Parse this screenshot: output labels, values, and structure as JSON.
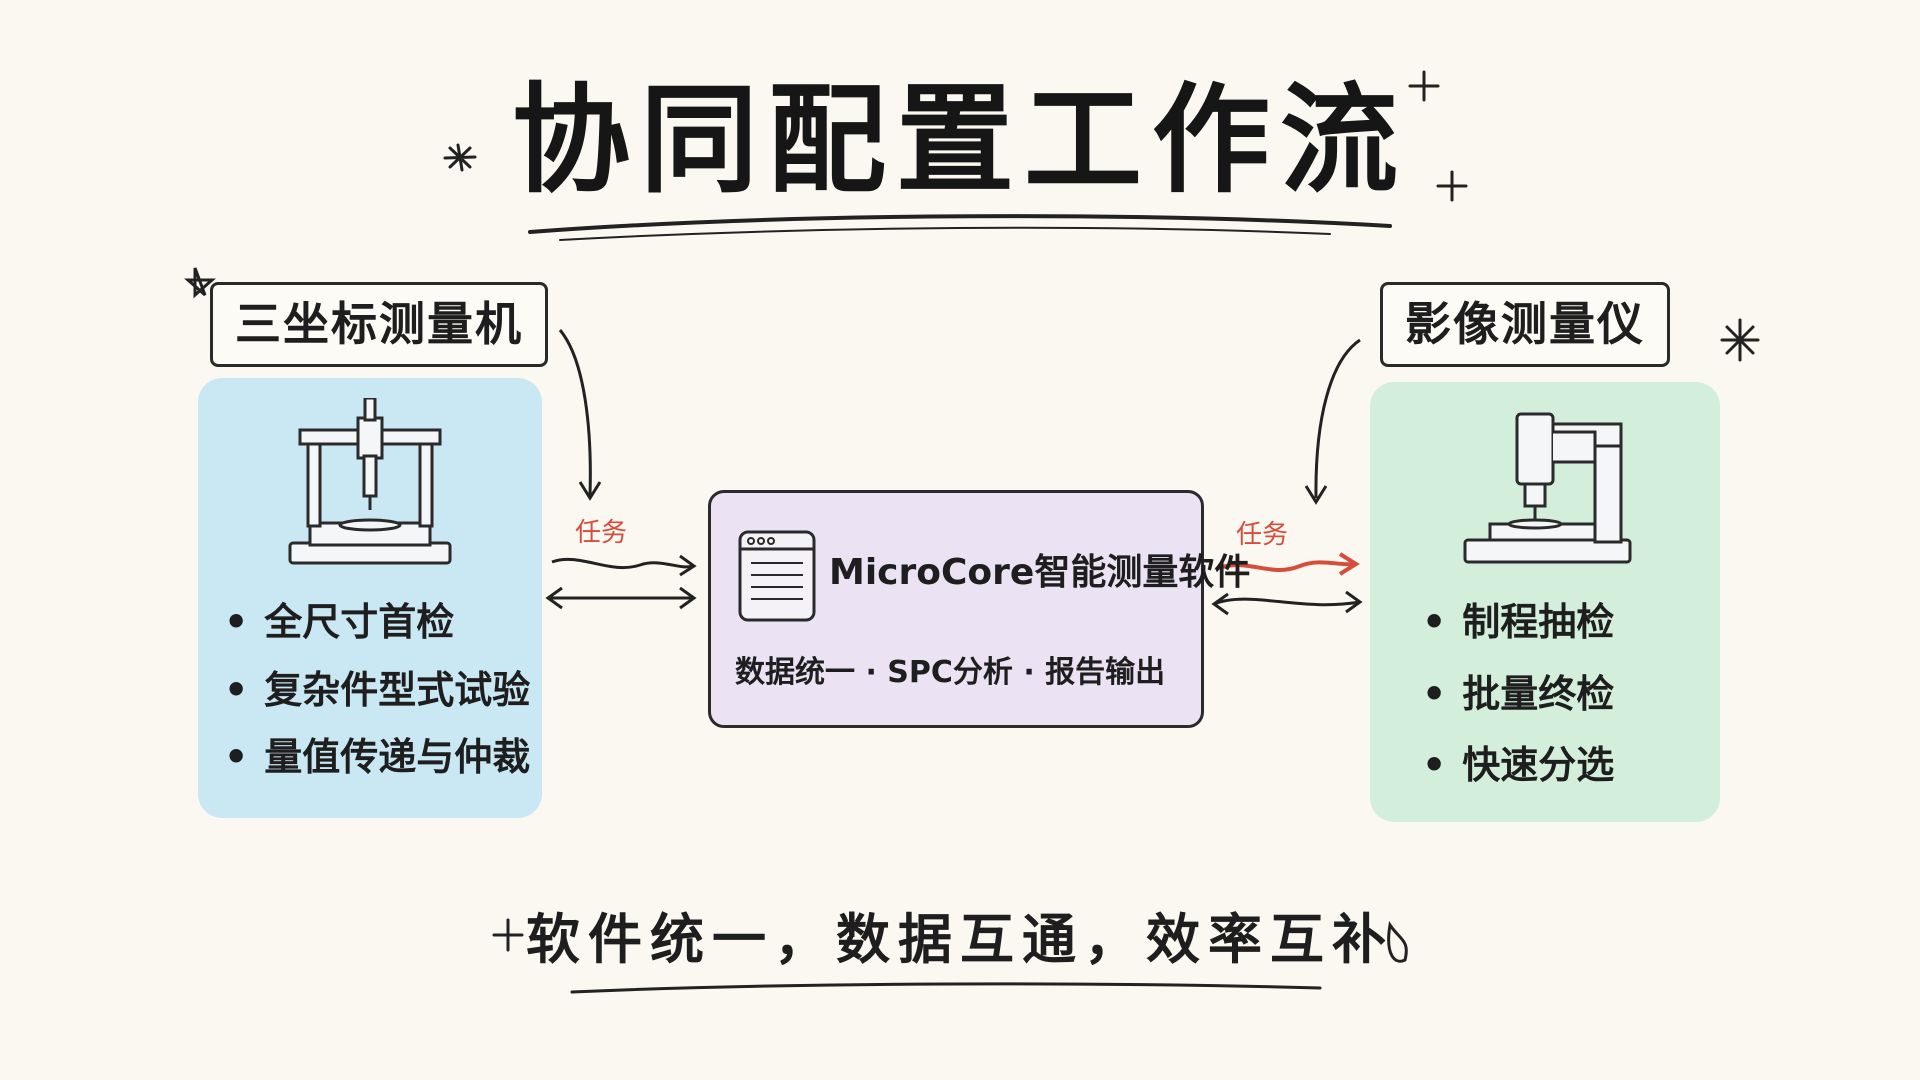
{
  "title": "协同配置工作流",
  "left": {
    "label": "三坐标测量机",
    "items": [
      "全尺寸首检",
      "复杂件型式试验",
      "量值传递与仲裁"
    ],
    "icon": "cmm-machine-icon",
    "panel_color": "#c9e8f4"
  },
  "right": {
    "label": "影像测量仪",
    "items": [
      "制程抽检",
      "批量终检",
      "快速分选"
    ],
    "icon": "vision-measuring-machine-icon",
    "panel_color": "#d3efdc"
  },
  "center": {
    "title": "MicroCore智能测量软件",
    "subtitle": "数据统一 · SPC分析 · 报告输出",
    "icon": "software-window-icon",
    "box_color": "#ebe2f3"
  },
  "arrows": {
    "left_label": "任务",
    "right_label": "任务",
    "accent_color": "#d84c3c"
  },
  "footer": "软件统一，数据互通，效率互补"
}
